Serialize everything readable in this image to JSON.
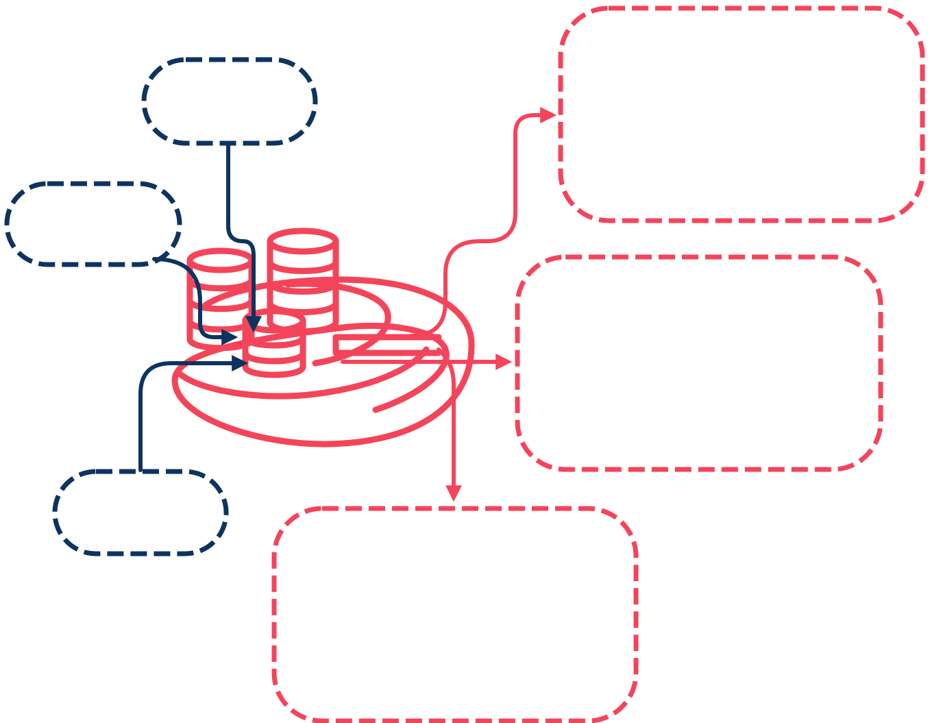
{
  "colors": {
    "input": "#0d3360",
    "output": "#f4445a",
    "background": "#ffffff"
  },
  "input_boxes": [
    {
      "id": "input-top",
      "label": ""
    },
    {
      "id": "input-left",
      "label": ""
    },
    {
      "id": "input-bottom",
      "label": ""
    }
  ],
  "output_boxes": [
    {
      "id": "output-top",
      "label": ""
    },
    {
      "id": "output-middle",
      "label": ""
    },
    {
      "id": "output-bottom",
      "label": ""
    }
  ],
  "central_icon": "coin-stacks-on-spiral-icon"
}
